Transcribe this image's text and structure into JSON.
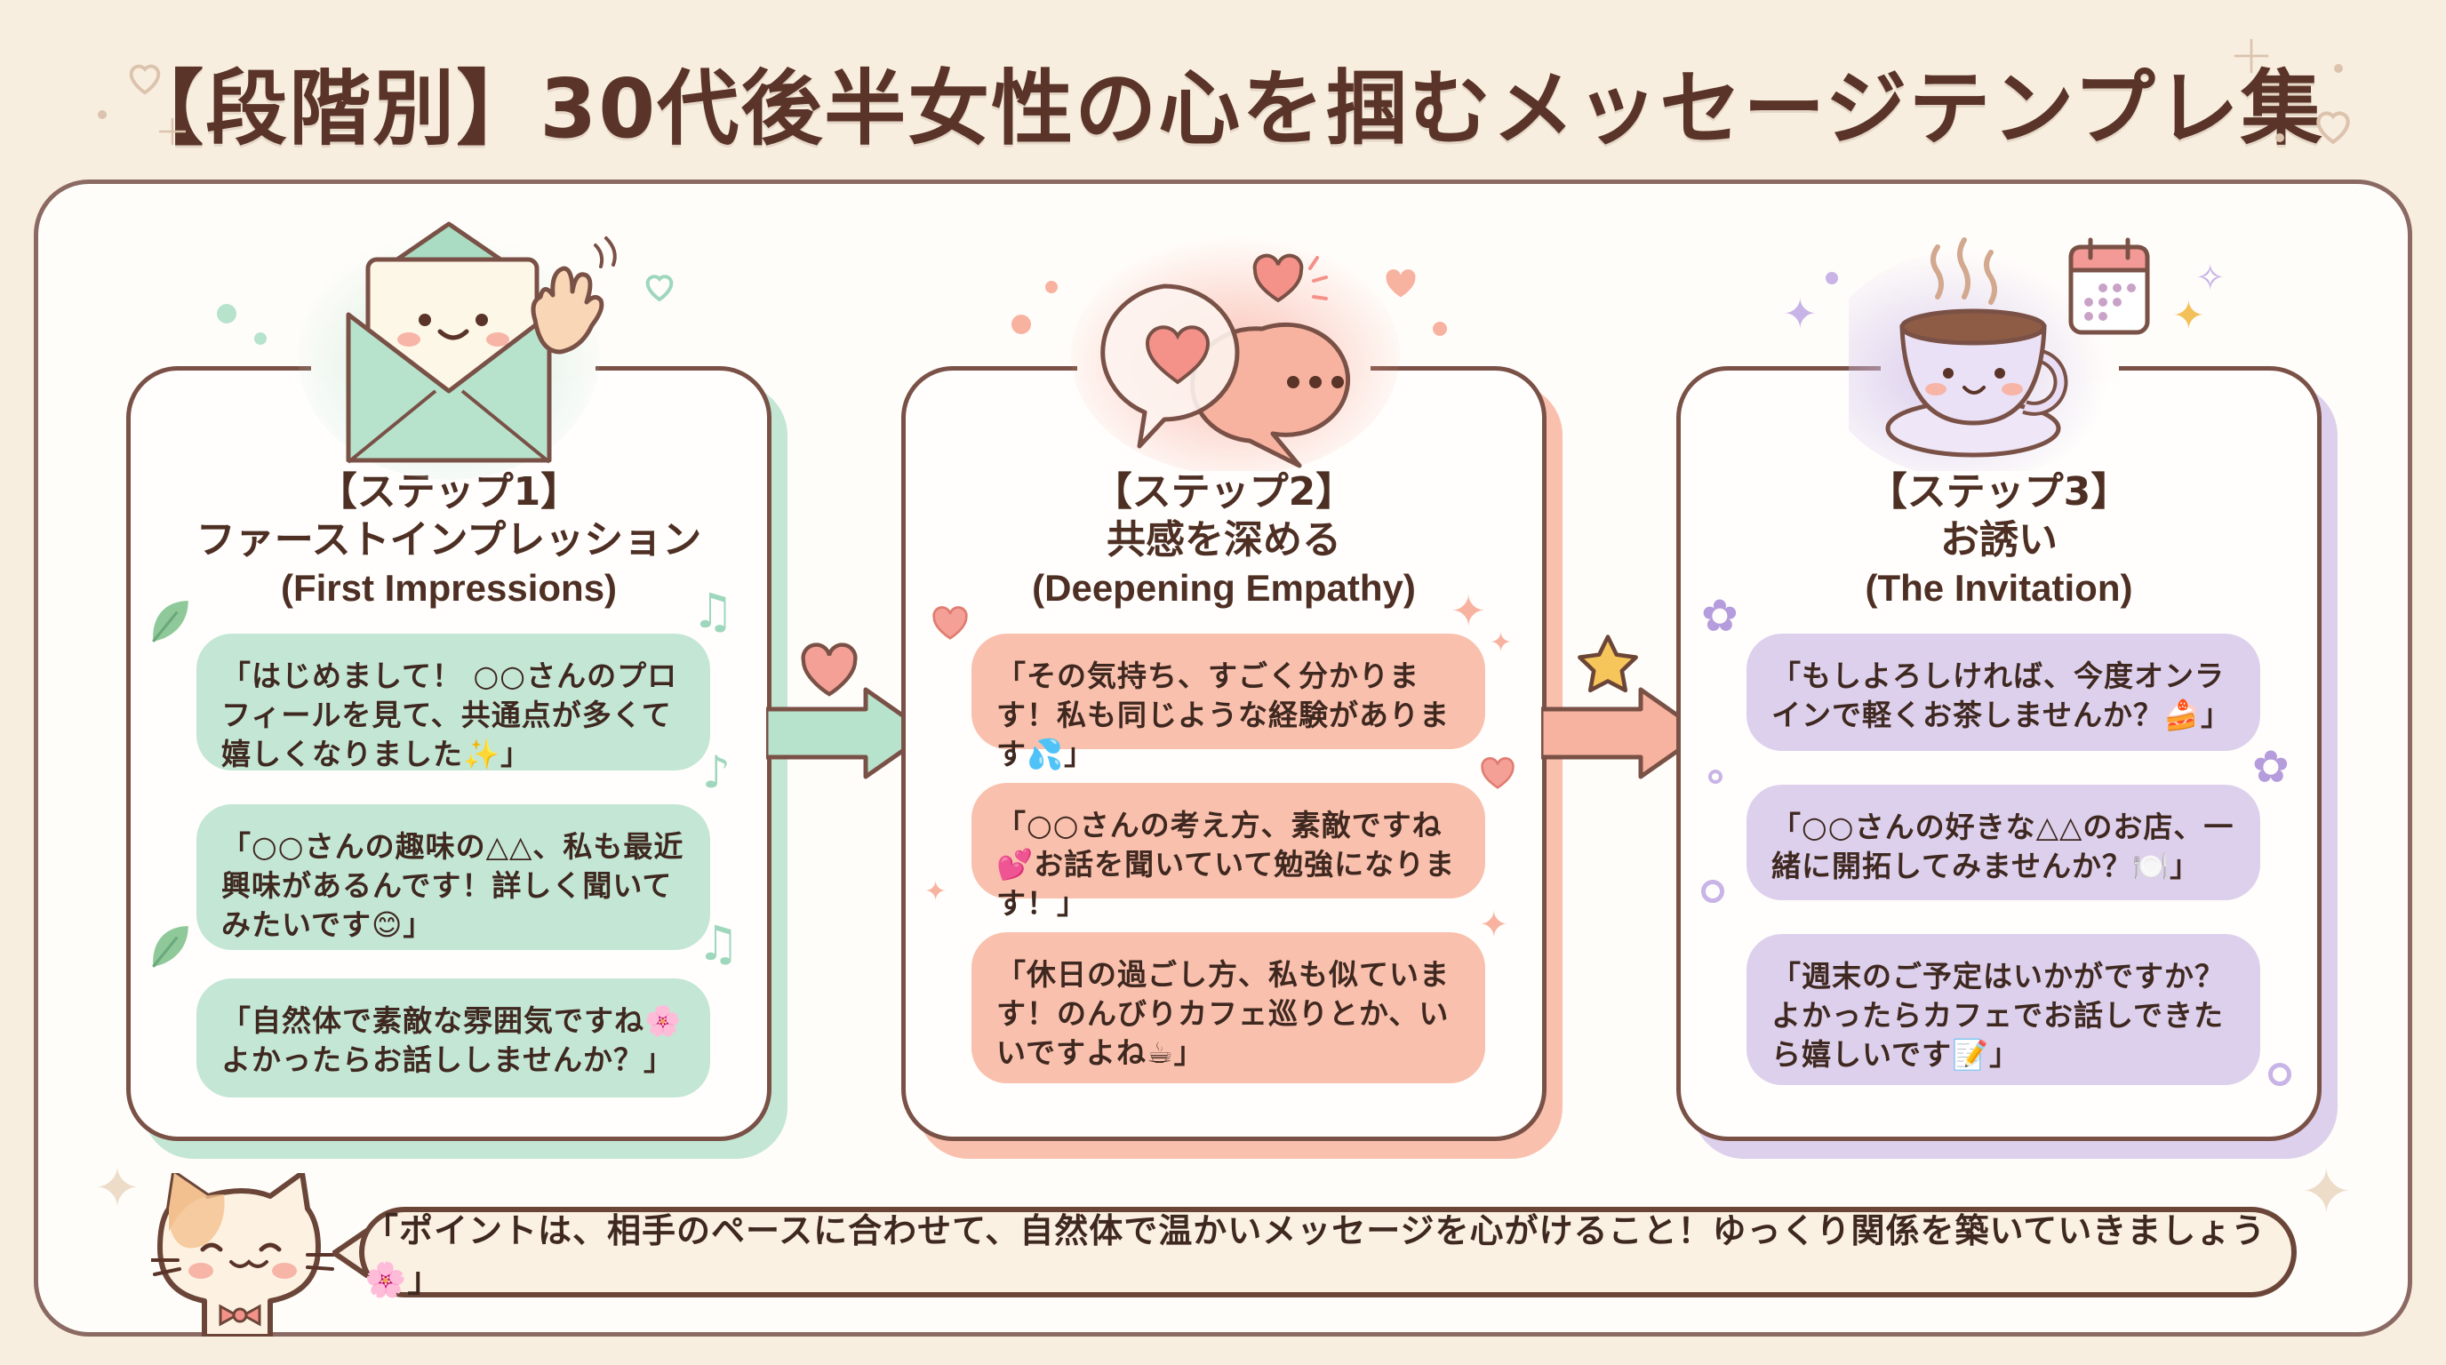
{
  "title": "【段階別】30代後半女性の心を掴むメッセージテンプレ集",
  "colors": {
    "background": "#f8eedf",
    "frame_border": "#8a6a62",
    "text": "#4e2f24",
    "step1_accent": "#c4e6d5",
    "step2_accent": "#f9c0ad",
    "step3_accent": "#ddd0ec",
    "outline": "#7a5146"
  },
  "steps": [
    {
      "label": "【ステップ1】",
      "title_ja": "ファーストインプレッション",
      "title_en": "(First Impressions)",
      "illustration": "smiling-envelope-waving-hand-icon",
      "messages": [
        "「はじめまして！ ○○さんのプロフィールを見て、共通点が多くて嬉しくなりました✨」",
        "「○○さんの趣味の△△、私も最近興味があるんです！詳しく聞いてみたいです😊」",
        "「自然体で素敵な雰囲気ですね🌸よかったらお話ししませんか？」"
      ]
    },
    {
      "label": "【ステップ2】",
      "title_ja": "共感を深める",
      "title_en": "(Deepening Empathy)",
      "illustration": "heart-speech-bubbles-icon",
      "messages": [
        "「その気持ち、すごく分かります！私も同じような経験があります💦」",
        "「○○さんの考え方、素敵ですね💕お話を聞いていて勉強になります！」",
        "「休日の過ごし方、私も似ています！のんびりカフェ巡りとか、いいですよね☕」"
      ]
    },
    {
      "label": "【ステップ3】",
      "title_ja": "お誘い",
      "title_en": "(The Invitation)",
      "illustration": "smiling-coffee-cup-calendar-icon",
      "messages": [
        "「もしよろしければ、今度オンラインで軽くお茶しませんか？🍰」",
        "「○○さんの好きな△△のお店、一緒に開拓してみませんか？🍽️」",
        "「週末のご予定はいかがですか？よかったらカフェでお話しできたら嬉しいです📝」"
      ]
    }
  ],
  "tip": {
    "text": "「ポイントは、相手のペースに合わせて、自然体で温かいメッセージを心がけること！ゆっくり関係を築いていきましょう🌸」",
    "mascot": "waving-calico-cat-icon"
  }
}
